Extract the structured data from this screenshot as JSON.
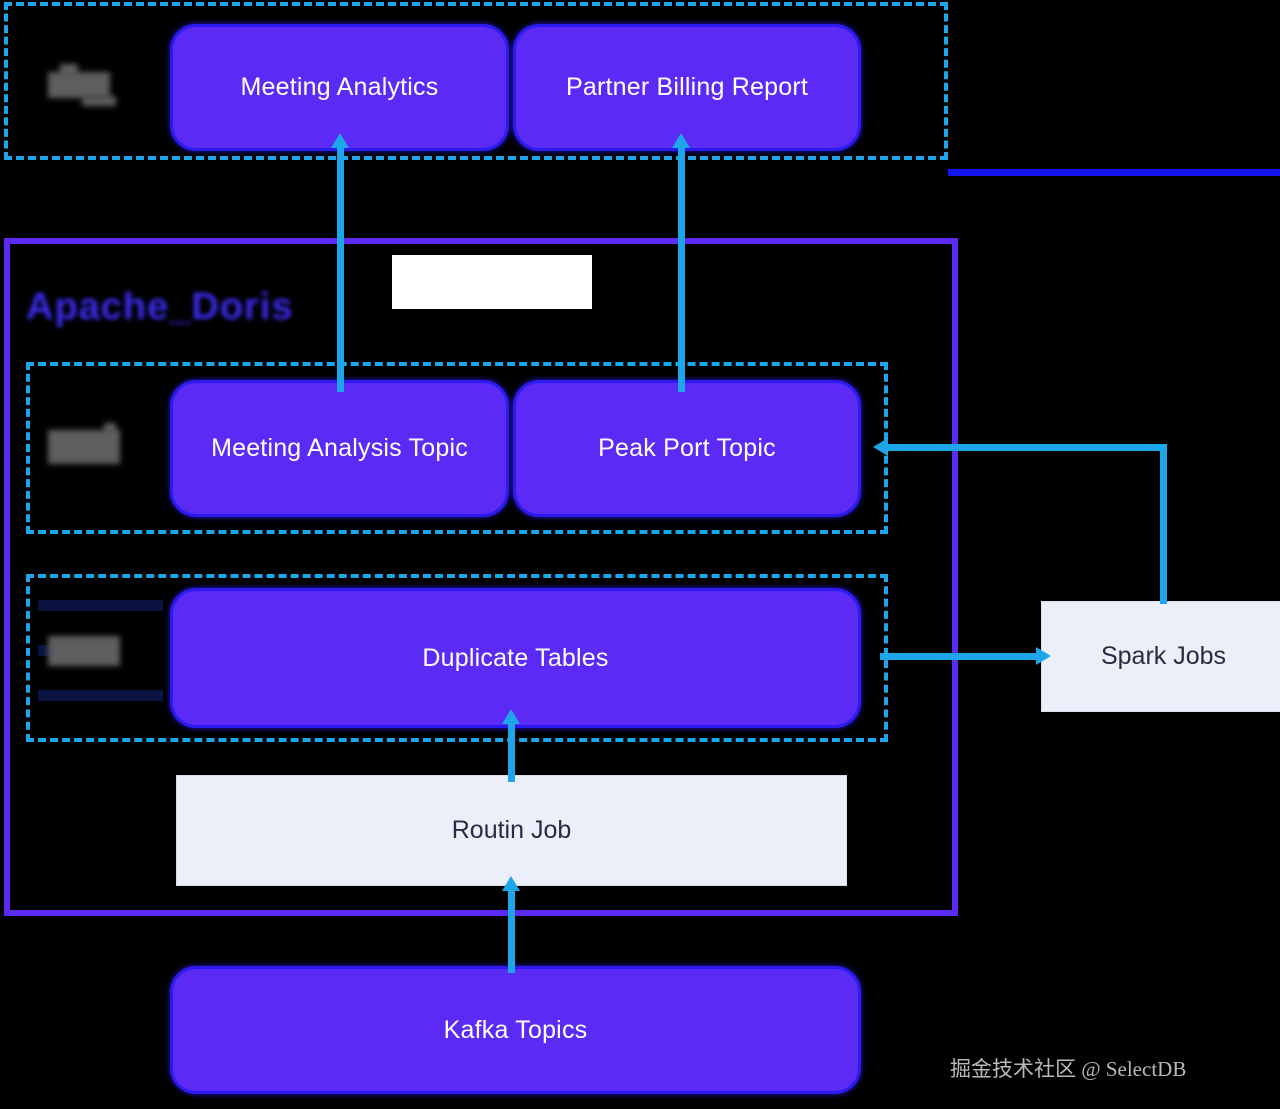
{
  "diagram": {
    "title": "Apache Doris data pipeline architecture",
    "palette": {
      "background": "#000000",
      "node_purple": "#5B2BF5",
      "node_purple_border": "#2B1BF0",
      "node_pale_bg": "#ECEEFA",
      "node_pale_text": "#2B2B3A",
      "connector_cyan": "#1EA6EA",
      "group_dashed": "#1EA6EA",
      "container_border": "#5B2BF5",
      "rule_blue": "#1414F0",
      "redaction_gray": "#5E5E5E",
      "navy_bar": "#0B1440",
      "white_patch": "#FFFFFF",
      "watermark_text": "#C9C9C9"
    },
    "groups": {
      "application_layer": {
        "label": "",
        "label_redacted": true,
        "style": "dashed"
      },
      "topic_layer": {
        "label": "",
        "label_redacted": true,
        "style": "dashed"
      },
      "table_layer": {
        "label": "",
        "label_redacted": true,
        "style": "dashed"
      }
    },
    "container": {
      "label": "Apache_Doris",
      "blurred": true
    },
    "nodes": {
      "meeting_analytics": {
        "label": "Meeting Analytics",
        "kind": "rounded-purple"
      },
      "partner_billing_report": {
        "label": "Partner Billing Report",
        "kind": "rounded-purple"
      },
      "meeting_analysis_topic": {
        "label": "Meeting Analysis Topic",
        "kind": "rounded-purple"
      },
      "peak_port_topic": {
        "label": "Peak Port Topic",
        "kind": "rounded-purple"
      },
      "duplicate_tables": {
        "label": "Duplicate Tables",
        "kind": "rounded-purple"
      },
      "spark_jobs": {
        "label": "Spark Jobs",
        "kind": "rect-pale"
      },
      "routin_job": {
        "label": "Routin Job",
        "kind": "rect-pale"
      },
      "kafka_topics": {
        "label": "Kafka Topics",
        "kind": "rounded-purple"
      }
    },
    "edges": [
      {
        "from": "meeting_analysis_topic",
        "to": "meeting_analytics",
        "direction": "up"
      },
      {
        "from": "peak_port_topic",
        "to": "partner_billing_report",
        "direction": "up"
      },
      {
        "from": "duplicate_tables",
        "to": "spark_jobs",
        "direction": "right"
      },
      {
        "from": "spark_jobs",
        "to": "peak_port_topic",
        "direction": "left"
      },
      {
        "from": "routin_job",
        "to": "duplicate_tables",
        "direction": "up"
      },
      {
        "from": "kafka_topics",
        "to": "routin_job",
        "direction": "up"
      }
    ],
    "watermark": "掘金技术社区 @ SelectDB"
  }
}
